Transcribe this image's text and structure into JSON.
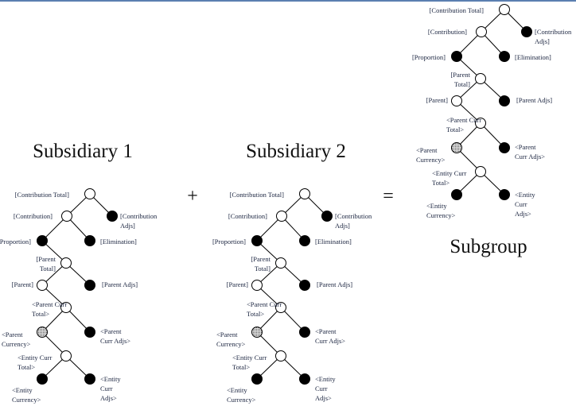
{
  "operators": {
    "plus": "+",
    "equals": "="
  },
  "colors": {
    "text": "#1b2540",
    "line": "#000000",
    "filled": "#000000",
    "hatched": "#999999"
  },
  "trees": [
    {
      "title": "Subsidiary 1"
    },
    {
      "title": "Subsidiary 2"
    },
    {
      "title": "Subgroup"
    }
  ],
  "nodes": [
    {
      "id": "ct",
      "kind": "open",
      "label": [
        "[Contribution Total]"
      ]
    },
    {
      "id": "c",
      "kind": "open",
      "label": [
        "[Contribution]"
      ]
    },
    {
      "id": "ca",
      "kind": "filled",
      "label": [
        "[Contribution",
        "Adjs]"
      ]
    },
    {
      "id": "pr",
      "kind": "filled",
      "label": [
        "[Proportion]"
      ]
    },
    {
      "id": "el",
      "kind": "filled",
      "label": [
        "[Elimination]"
      ]
    },
    {
      "id": "pt",
      "kind": "open",
      "label": [
        "[Parent",
        "Total]"
      ]
    },
    {
      "id": "p",
      "kind": "open",
      "label": [
        "[Parent]"
      ]
    },
    {
      "id": "pa",
      "kind": "filled",
      "label": [
        "[Parent Adjs]"
      ]
    },
    {
      "id": "pct",
      "kind": "open",
      "label": [
        "<Parent Curr",
        "Total>"
      ]
    },
    {
      "id": "pc",
      "kind": "hatched",
      "label": [
        "<Parent",
        "Currency>"
      ]
    },
    {
      "id": "pca",
      "kind": "filled",
      "label": [
        "<Parent",
        "Curr Adjs>"
      ]
    },
    {
      "id": "ect",
      "kind": "open",
      "label": [
        "<Entity Curr",
        "Total>"
      ]
    },
    {
      "id": "ec",
      "kind": "filled",
      "label": [
        "<Entity",
        "Currency>"
      ]
    },
    {
      "id": "eca",
      "kind": "filled",
      "label": [
        "<Entity",
        "Curr",
        "Adjs>"
      ]
    }
  ],
  "edges": [
    [
      "ct",
      "c"
    ],
    [
      "ct",
      "ca"
    ],
    [
      "c",
      "pr"
    ],
    [
      "c",
      "el"
    ],
    [
      "pr",
      "pt"
    ],
    [
      "pt",
      "p"
    ],
    [
      "pt",
      "pa"
    ],
    [
      "p",
      "pct"
    ],
    [
      "pct",
      "pc"
    ],
    [
      "pct",
      "pca"
    ],
    [
      "pc",
      "ect"
    ],
    [
      "ect",
      "ec"
    ],
    [
      "ect",
      "eca"
    ]
  ]
}
